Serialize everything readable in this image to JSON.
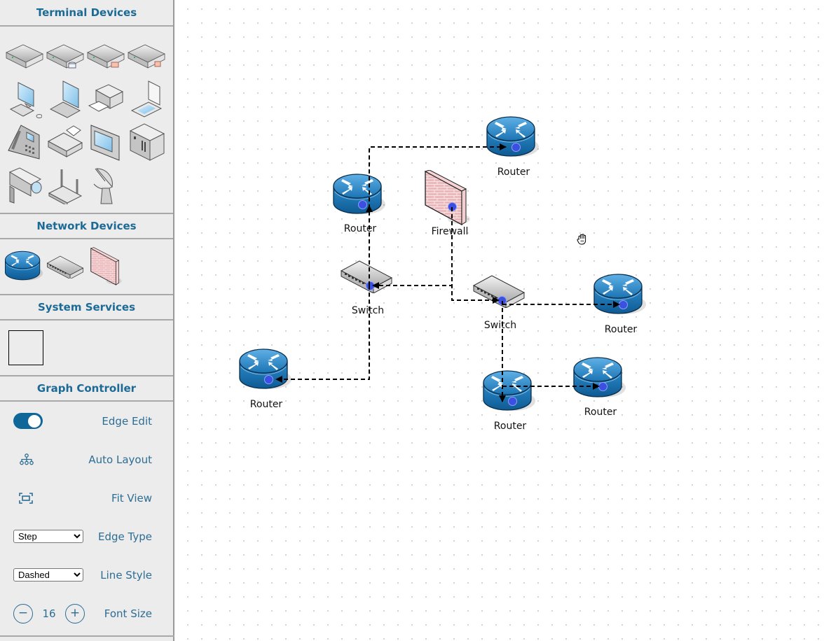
{
  "sidebar": {
    "sections": {
      "terminal": {
        "title": "Terminal Devices",
        "items": [
          "server-icon",
          "database-server-icon",
          "mail-server-icon",
          "web-server-icon",
          "desktop-pc-icon",
          "laptop-icon",
          "printer-icon",
          "scanner-icon",
          "ip-phone-icon",
          "fax-icon",
          "tablet-terminal-icon",
          "mainframe-icon",
          "camera-icon",
          "wireless-ap-icon",
          "satellite-dish-icon"
        ]
      },
      "network": {
        "title": "Network Devices",
        "items": [
          "router-icon",
          "switch-icon",
          "firewall-icon"
        ]
      },
      "system": {
        "title": "System Services",
        "items": [
          "blank-service-box"
        ]
      },
      "controller": {
        "title": "Graph Controller",
        "edge_edit": {
          "label": "Edge Edit",
          "enabled": true
        },
        "auto_layout": {
          "label": "Auto Layout"
        },
        "fit_view": {
          "label": "Fit View"
        },
        "edge_type": {
          "label": "Edge Type",
          "value": "Step"
        },
        "line_style": {
          "label": "Line Style",
          "value": "Dashed"
        },
        "font_size": {
          "label": "Font Size",
          "value": "16",
          "minus": "−",
          "plus": "+"
        }
      }
    }
  },
  "colors": {
    "accent": "#1c6a96",
    "toggle_on": "#0f6698",
    "port": "#3b4fe0",
    "router_blue": "#1f7fc0",
    "firewall_pink": "#e9b7b9"
  },
  "graph": {
    "line_style": "dashed",
    "edge_type": "step",
    "nodes": [
      {
        "id": "router-top",
        "type": "router",
        "label": "Router"
      },
      {
        "id": "router-left",
        "type": "router",
        "label": "Router"
      },
      {
        "id": "firewall",
        "type": "firewall",
        "label": "Firewall"
      },
      {
        "id": "switch-1",
        "type": "switch",
        "label": "Switch"
      },
      {
        "id": "switch-2",
        "type": "switch",
        "label": "Switch"
      },
      {
        "id": "router-right",
        "type": "router",
        "label": "Router"
      },
      {
        "id": "router-bottom-left",
        "type": "router",
        "label": "Router"
      },
      {
        "id": "router-bottom-mid",
        "type": "router",
        "label": "Router"
      },
      {
        "id": "router-bottom-right",
        "type": "router",
        "label": "Router"
      }
    ],
    "edges": [
      {
        "from": "switch-1",
        "to": "router-top"
      },
      {
        "from": "switch-1",
        "to": "router-left"
      },
      {
        "from": "switch-1",
        "to": "router-bottom-left"
      },
      {
        "from": "firewall",
        "to": "switch-1"
      },
      {
        "from": "firewall",
        "to": "switch-2"
      },
      {
        "from": "switch-2",
        "to": "router-right"
      },
      {
        "from": "switch-2",
        "to": "router-bottom-mid"
      },
      {
        "from": "router-bottom-mid",
        "to": "router-bottom-right"
      }
    ]
  },
  "cursor": "grab-hand-icon"
}
